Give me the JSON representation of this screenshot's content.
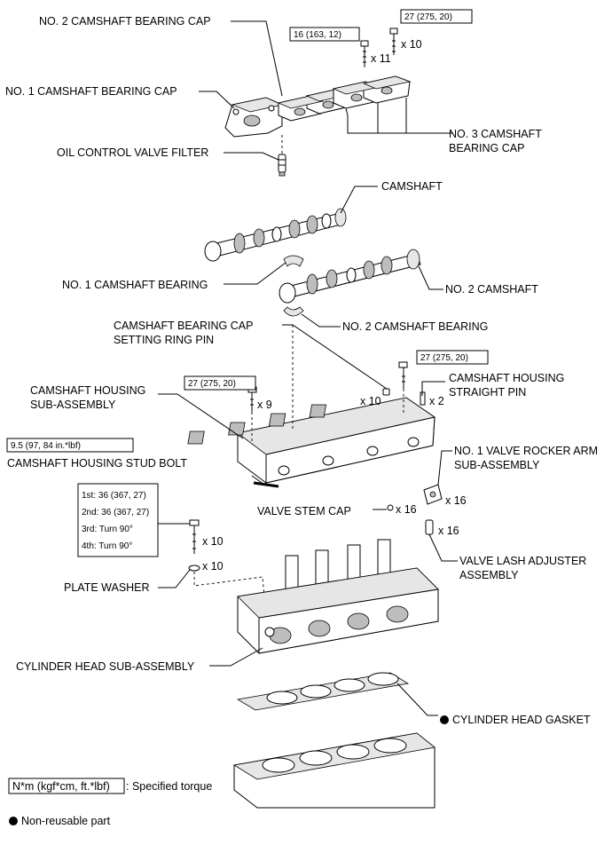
{
  "labels": {
    "no2_cap": "NO. 2 CAMSHAFT BEARING CAP",
    "no1_cap": "NO. 1 CAMSHAFT BEARING CAP",
    "no3_cap_1": "NO. 3 CAMSHAFT",
    "no3_cap_2": "BEARING CAP",
    "ocv_filter": "OIL CONTROL VALVE FILTER",
    "camshaft": "CAMSHAFT",
    "no1_bearing": "NO. 1 CAMSHAFT BEARING",
    "no2_camshaft": "NO. 2 CAMSHAFT",
    "ring_pin_1": "CAMSHAFT BEARING CAP",
    "ring_pin_2": "SETTING RING PIN",
    "no2_bearing": "NO. 2 CAMSHAFT BEARING",
    "housing_1": "CAMSHAFT HOUSING",
    "housing_2": "SUB-ASSEMBLY",
    "straight_pin_1": "CAMSHAFT HOUSING",
    "straight_pin_2": "STRAIGHT PIN",
    "stud_bolt": "CAMSHAFT HOUSING STUD BOLT",
    "rocker_1": "NO. 1 VALVE ROCKER ARM",
    "rocker_2": "SUB-ASSEMBLY",
    "stem_cap": "VALVE STEM CAP",
    "lash_1": "VALVE LASH ADJUSTER",
    "lash_2": "ASSEMBLY",
    "plate_washer": "PLATE WASHER",
    "head": "CYLINDER HEAD SUB-ASSEMBLY",
    "gasket": "CYLINDER HEAD GASKET"
  },
  "torques": {
    "t_16": "16 (163, 12)",
    "t_27_top": "27 (275, 20)",
    "t_27_right": "27 (275, 20)",
    "t_27_left": "27 (275, 20)",
    "t_9_5": "9.5 (97, 84 in.*lbf)",
    "seq_1": "1st: 36 (367, 27)",
    "seq_2": "2nd: 36 (367, 27)",
    "seq_3": "3rd: Turn 90°",
    "seq_4": "4th: Turn 90°"
  },
  "quantities": {
    "q_x10_top": "x 10",
    "q_x11": "x 11",
    "q_x9": "x 9",
    "q_x10_pin": "x 10",
    "q_x2": "x 2",
    "q_x16_rocker": "x 16",
    "q_x16_cap": "x 16",
    "q_x16_lash": "x 16",
    "q_x10_bolt": "x 10",
    "q_x10_washer": "x 10"
  },
  "legend": {
    "torque_unit": "N*m (kgf*cm, ft.*lbf)",
    "torque_desc": ": Specified torque",
    "nonreusable": "Non-reusable part"
  }
}
